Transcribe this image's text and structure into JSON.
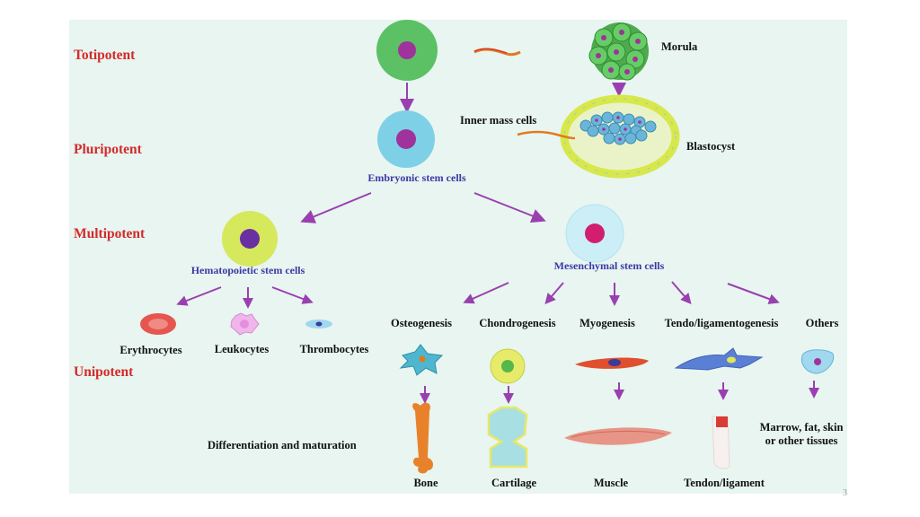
{
  "colors": {
    "level_red": "#d42a2a",
    "stem_blue": "#3a3aa6",
    "arrow_purple": "#9a3fb0",
    "background": "#e8f5f0"
  },
  "levels": {
    "totipotent": "Totipotent",
    "pluripotent": "Pluripotent",
    "multipotent": "Multipotent",
    "unipotent": "Unipotent"
  },
  "early": {
    "morula": "Morula",
    "inner_mass": "Inner mass cells",
    "blastocyst": "Blastocyst"
  },
  "stem_cells": {
    "embryonic": "Embryonic stem cells",
    "hematopoietic": "Hematopoietic stem cells",
    "mesenchymal": "Mesenchymal stem cells"
  },
  "blood_cells": [
    "Erythrocytes",
    "Leukocytes",
    "Thrombocytes"
  ],
  "mesenchymal_paths": [
    "Osteogenesis",
    "Chondrogenesis",
    "Myogenesis",
    "Tendo/ligamentogenesis",
    "Others"
  ],
  "tissues": [
    "Bone",
    "Cartilage",
    "Muscle",
    "Tendon/ligament",
    "Marrow, fat, skin or other tissues"
  ],
  "differentiation": "Differentiation and maturation",
  "page_number": "3"
}
